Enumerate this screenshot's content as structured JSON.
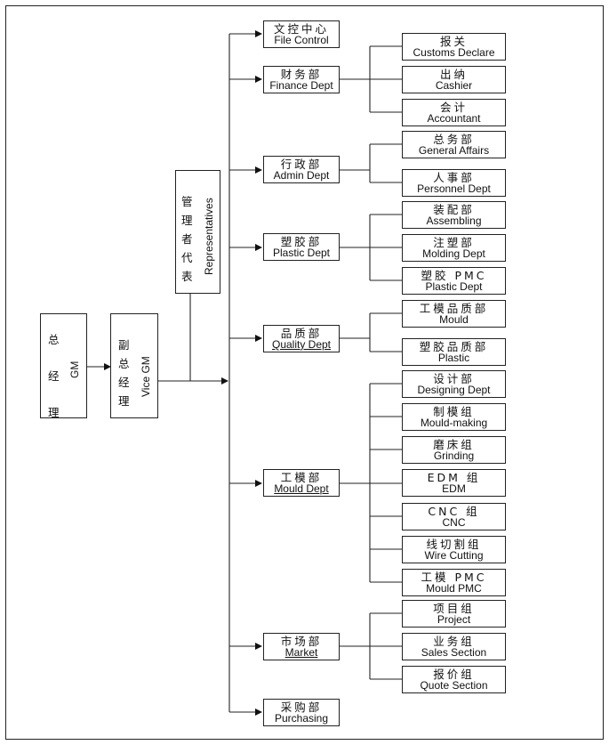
{
  "gm": {
    "zh": [
      "总",
      "经",
      "理"
    ],
    "en": "GM"
  },
  "vice_gm": {
    "zh": [
      "副",
      "总",
      "经",
      "理"
    ],
    "en": "Vice GM"
  },
  "representatives": {
    "zh": [
      "管",
      "理",
      "者",
      "代",
      "表"
    ],
    "en": "Representatives"
  },
  "departments": [
    {
      "zh": "文控中心",
      "en": "File Control"
    },
    {
      "zh": "财务部",
      "en": "Finance Dept"
    },
    {
      "zh": "行政部",
      "en": "Admin Dept"
    },
    {
      "zh": "塑胶部",
      "en": "Plastic Dept"
    },
    {
      "zh": "品质部",
      "en": "Quality Dept"
    },
    {
      "zh": "工模部",
      "en": "Mould Dept"
    },
    {
      "zh": "市场部",
      "en": "Market"
    },
    {
      "zh": "采购部",
      "en": "Purchasing"
    }
  ],
  "sections": [
    {
      "zh": "报关",
      "en": "Customs Declare"
    },
    {
      "zh": "出纳",
      "en": "Cashier"
    },
    {
      "zh": "会计",
      "en": "Accountant"
    },
    {
      "zh": "总务部",
      "en": "General Affairs"
    },
    {
      "zh": "人事部",
      "en": "Personnel Dept"
    },
    {
      "zh": "装配部",
      "en": "Assembling"
    },
    {
      "zh": "注塑部",
      "en": "Molding Dept"
    },
    {
      "zh": "塑胶 PMC",
      "en": "Plastic Dept"
    },
    {
      "zh": "工模品质部",
      "en": "Mould"
    },
    {
      "zh": "塑胶品质部",
      "en": "Plastic"
    },
    {
      "zh": "设计部",
      "en": "Designing Dept"
    },
    {
      "zh": "制模组",
      "en": "Mould-making"
    },
    {
      "zh": "磨床组",
      "en": "Grinding"
    },
    {
      "zh": "EDM 组",
      "en": "EDM"
    },
    {
      "zh": "CNC 组",
      "en": "CNC"
    },
    {
      "zh": "线切割组",
      "en": "Wire Cutting"
    },
    {
      "zh": "工模 PMC",
      "en": "Mould PMC"
    },
    {
      "zh": "项目组",
      "en": "Project"
    },
    {
      "zh": "业务组",
      "en": "Sales Section"
    },
    {
      "zh": "报价组",
      "en": "Quote Section"
    }
  ]
}
